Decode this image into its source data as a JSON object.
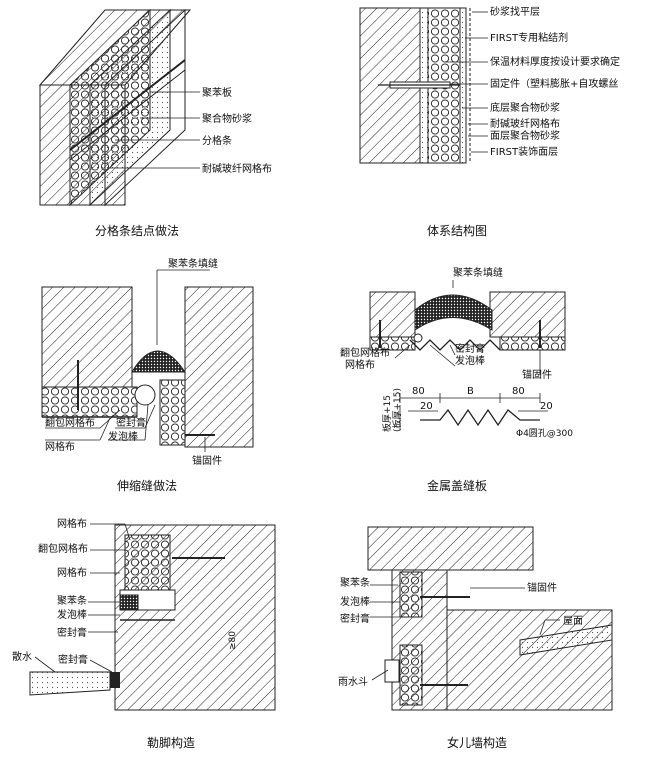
{
  "panels": {
    "p1": {
      "caption": "分格条结点做法",
      "labels": [
        "聚苯板",
        "聚合物砂浆",
        "分格条",
        "耐碱玻纤网格布"
      ]
    },
    "p2": {
      "caption": "体系结构图",
      "labels": [
        "砂浆找平层",
        "FIRST专用粘结剂",
        "保温材料厚度按设计要求确定",
        "固定件（塑料膨胀+自攻螺丝",
        "底层聚合物砂浆",
        "耐碱玻纤网格布",
        "面层聚合物砂浆",
        "FIRST装饰面层"
      ]
    },
    "p3": {
      "caption": "伸缩缝做法",
      "labels": [
        "聚苯条填缝",
        "翻包网格布",
        "网格布",
        "密封膏",
        "发泡棒",
        "锚固件"
      ]
    },
    "p4": {
      "caption": "金属盖缝板",
      "labels": [
        "聚苯条填缝",
        "翻包网格布",
        "网格布",
        "密封膏",
        "发泡棒",
        "锚固件"
      ],
      "dims": [
        "80",
        "B",
        "80",
        "20",
        "20",
        "板厚+15",
        "(板厚+15)",
        "Φ4圆孔@300"
      ]
    },
    "p5": {
      "caption": "勒脚构造",
      "labels": [
        "网格布",
        "翻包网格布",
        "网格布",
        "聚苯条",
        "发泡棒",
        "密封膏",
        "散水",
        "密封膏"
      ],
      "dims": [
        "≥80"
      ]
    },
    "p6": {
      "caption": "女儿墙构造",
      "labels": [
        "聚苯条",
        "发泡棒",
        "密封膏",
        "锚固件",
        "屋面",
        "雨水斗"
      ]
    }
  }
}
